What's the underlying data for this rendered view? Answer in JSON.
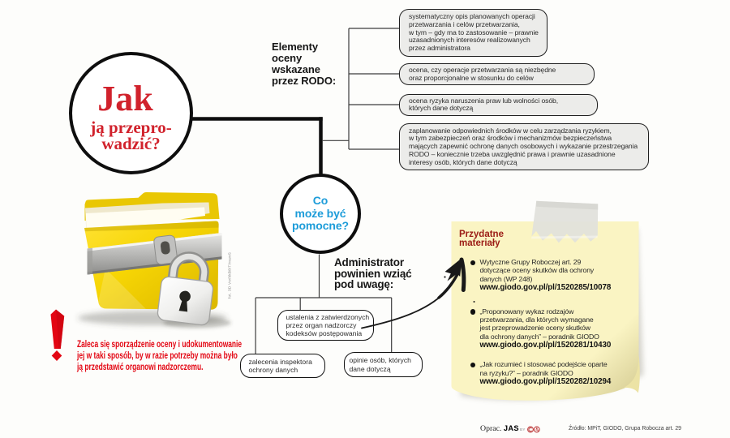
{
  "question_circle": {
    "word": "Jak",
    "rest": [
      "ją przepro-",
      "wadzić?"
    ]
  },
  "elements_label": [
    "Elementy",
    "oceny",
    "wskazane",
    "przez RODO:"
  ],
  "rodo_boxes": [
    {
      "lines": [
        "systematyczny opis planowanych operacji",
        "przetwarzania i celów przetwarzania,",
        "w tym – gdy ma to zastosowanie – prawnie",
        "uzasadnionych interesów realizowanych",
        "przez administratora"
      ]
    },
    {
      "lines": [
        "ocena, czy operacje przetwarzania są niezbędne",
        "oraz proporcjonalne w stosunku do celów"
      ]
    },
    {
      "lines": [
        "ocena ryzyka naruszenia praw lub wolności osób,",
        "których dane dotyczą"
      ]
    },
    {
      "lines": [
        "zaplanowanie odpowiednich środków w celu zarządzania ryzykiem,",
        "w tym zabezpieczeń oraz środków i mechanizmów bezpieczeństwa",
        "mających zapewnić ochronę danych osobowych i wykazanie przestrzegania",
        "RODO – koniecznie trzeba uwzględnić prawa i prawnie uzasadnione",
        "interesy osób, których dane dotyczą"
      ]
    }
  ],
  "helpful_circle": [
    "Co",
    "może być",
    "pomocne?"
  ],
  "admin_label": [
    "Administrator",
    "powinien wziąć",
    "pod uwagę:"
  ],
  "consider_boxes": [
    {
      "lines": [
        "ustalenia z zatwierdzonych",
        "przez organ nadzorczy",
        "kodeksów postępowania"
      ]
    },
    {
      "lines": [
        "zalecenia inspektora",
        "ochrony danych"
      ]
    },
    {
      "lines": [
        "opinie osób, których",
        "dane dotyczą"
      ]
    }
  ],
  "note": {
    "title": [
      "Przydatne",
      "materiały"
    ],
    "items": [
      {
        "lines": [
          "Wytyczne Grupy Roboczej art. 29",
          "dotyczące oceny skutków dla ochrony",
          "danych (WP 248)"
        ],
        "url": "www.giodo.gov.pl/pl/1520285/10078"
      },
      {
        "lines": [
          "„Proponowany wykaz rodzajów",
          "przetwarzania, dla których wymagane",
          "jest przeprowadzenie oceny skutków",
          "dla ochrony danych” – poradnik GIODO"
        ],
        "url": "www.giodo.gov.pl/pl/1520281/10430"
      },
      {
        "lines": [
          "„Jak rozumieć i stosować podejście oparte",
          "na ryzyku?” – poradnik GIODO"
        ],
        "url": "www.giodo.gov.pl/pl/1520282/10294"
      }
    ]
  },
  "warning_text": [
    "Zaleca się sporządzenie oceny i udokumentowanie",
    "jej w taki sposób, by w razie potrzeby można było",
    "ją przedstawić organowi nadzorczemu."
  ],
  "photo_credit": "fot. 3D Vw/kkB8iT/mawS",
  "footer": {
    "oprac": "Oprac.",
    "author": "JAS",
    "by": "BY",
    "source": "Źródło: MPiT, GIODO, Grupa Robocza art. 29"
  },
  "colors": {
    "question_red": "#d1222c",
    "warning_red": "#e30613",
    "helpful_blue": "#1d9cd9",
    "note_bg": "#faf4c3",
    "note_title": "#9b1b15",
    "box_grey": "#ececea",
    "folder_yellow": "#f5d300"
  }
}
